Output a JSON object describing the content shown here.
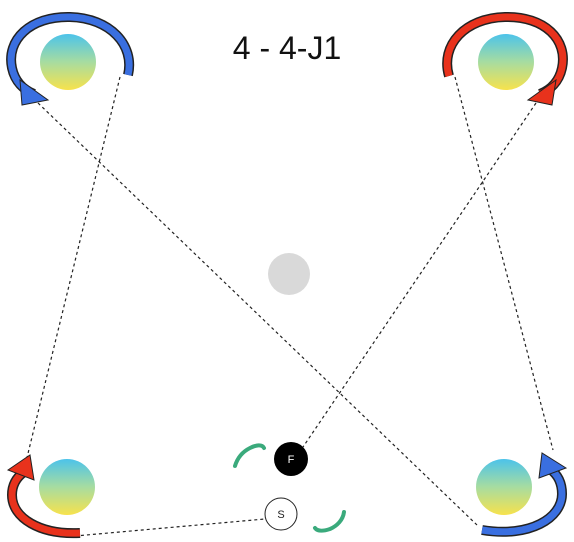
{
  "title": "4 - 4-J1",
  "players": {
    "first_label": "F",
    "second_label": "S"
  },
  "colors": {
    "blue_arrow": "#3a6fe0",
    "red_arrow": "#e8321c",
    "green_marker": "#3aaa7c",
    "center_ball": "#d9d9d9",
    "first_fill": "#000000",
    "second_fill": "#ffffff"
  }
}
